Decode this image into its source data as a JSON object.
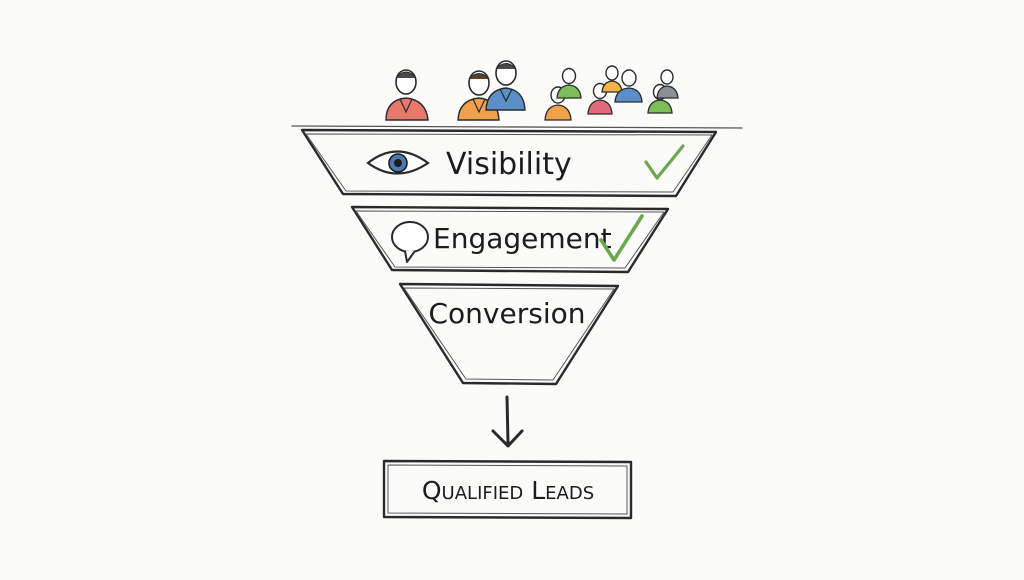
{
  "funnel": {
    "stages": [
      {
        "label": "Visibility",
        "icon": "eye-icon",
        "checked": true
      },
      {
        "label": "Engagement",
        "icon": "speech-bubble-icon",
        "checked": true
      },
      {
        "label": "Conversion",
        "icon": "",
        "checked": false
      }
    ]
  },
  "outcome": {
    "label": "Qualified Leads"
  },
  "colors": {
    "ink": "#2a2a2a",
    "check": "#6aa84f",
    "people": [
      "#e8796a",
      "#f0a24a",
      "#5b8fc7",
      "#7cbf5a",
      "#e06a7a",
      "#f2b14a"
    ]
  }
}
